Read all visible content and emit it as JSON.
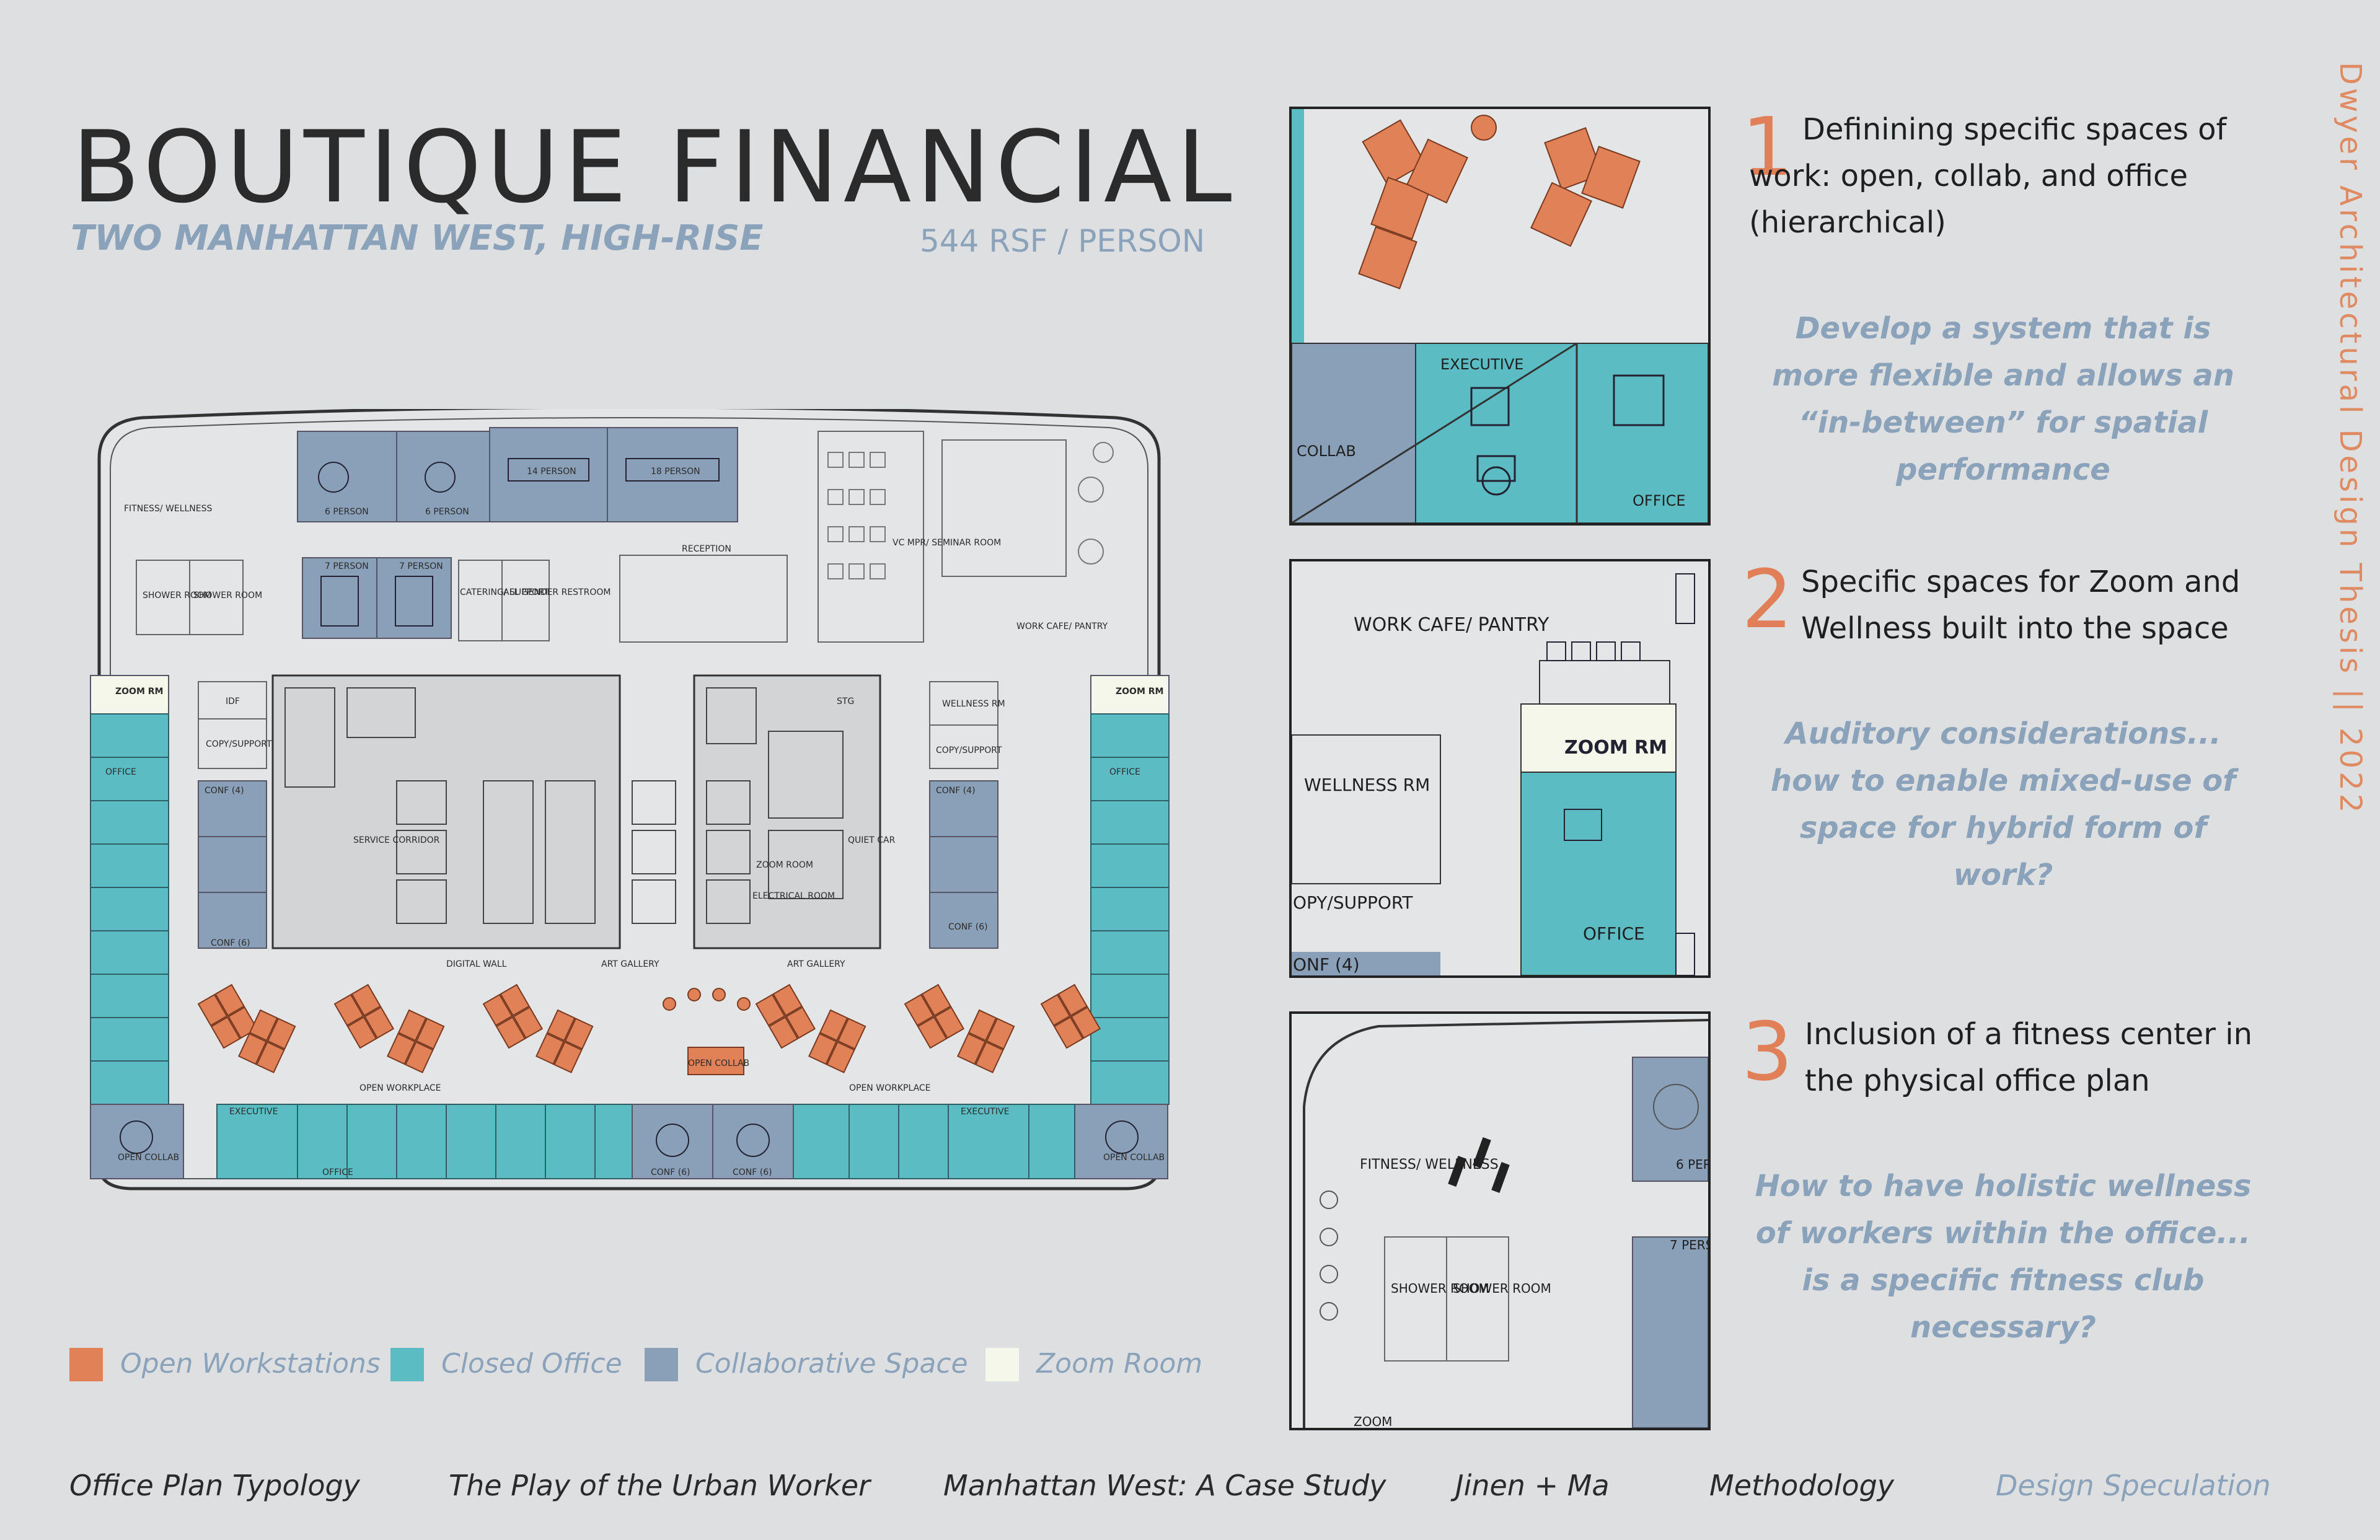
{
  "header": {
    "title": "BOUTIQUE FINANCIAL",
    "subtitle": "TWO MANHATTAN WEST, HIGH-RISE",
    "rsf": "544 RSF / PERSON"
  },
  "colors": {
    "open_workstations": "#e08158",
    "closed_office": "#5cbcc3",
    "collaborative": "#8aa0b8",
    "zoom_room": "#f5f7ea",
    "accent_text": "#8ba2bb"
  },
  "plan_labels": {
    "fitness": "FITNESS/ WELLNESS",
    "shower1": "SHOWER ROOM",
    "shower2": "SHOWER ROOM",
    "p6a": "6 PERSON",
    "p6b": "6 PERSON",
    "p14": "14 PERSON",
    "p18": "18 PERSON",
    "p7a": "7 PERSON",
    "p7b": "7 PERSON",
    "catering": "CATERING/ SUPPORT",
    "restroom": "ALL GENDER RESTROOM",
    "reception": "RECEPTION",
    "seminar": "VC MPR/ SEMINAR ROOM",
    "cafe": "WORK CAFE/ PANTRY",
    "zoom_l": "ZOOM RM",
    "zoom_r": "ZOOM RM",
    "idf": "IDF",
    "copy_l": "COPY/SUPPORT",
    "copy_r": "COPY/SUPPORT",
    "wellness": "WELLNESS RM",
    "service": "SERVICE CORRIDOR",
    "digital": "DIGITAL WALL",
    "art1": "ART GALLERY",
    "art2": "ART GALLERY",
    "open_wp_l": "OPEN WORKPLACE",
    "open_wp_r": "OPEN WORKPLACE",
    "open_collab": "OPEN COLLAB",
    "open_collab_l": "OPEN COLLAB",
    "open_collab_r": "OPEN COLLAB",
    "exec_l": "EXECUTIVE",
    "exec_r": "EXECUTIVE",
    "office": "OFFICE",
    "conf4": "CONF (4)",
    "conf6": "CONF (6)",
    "stg": "STG",
    "electrical": "ELECTRICAL ROOM",
    "zoom_room": "ZOOM ROOM",
    "quiet": "QUIET CAR"
  },
  "legend": [
    {
      "label": "Open Workstations",
      "color": "#e08158"
    },
    {
      "label": "Closed Office",
      "color": "#5cbcc3"
    },
    {
      "label": "Collaborative Space",
      "color": "#8aa0b8"
    },
    {
      "label": "Zoom Room",
      "color": "#f5f7ea"
    }
  ],
  "points": [
    {
      "number": "1",
      "heading": "Definining specific spaces of work: open, collab, and office (hierarchical)",
      "question": "Develop a system that is more flexible and allows an “in-between” for spatial performance",
      "panel_labels": {
        "a": "EXECUTIVE",
        "b": "COLLAB",
        "c": "OFFICE"
      }
    },
    {
      "number": "2",
      "heading": "Specific spaces for Zoom and Wellness built into the space",
      "question": "Auditory considerations... how to enable mixed-use of space for hybrid form of work?",
      "panel_labels": {
        "a": "WORK CAFE/ PANTRY",
        "b": "ZOOM RM",
        "c": "WELLNESS RM",
        "d": "OPY/SUPPORT",
        "e": "OFFICE",
        "f": "ONF (4)"
      }
    },
    {
      "number": "3",
      "heading": "Inclusion of a fitness center in the physical office plan",
      "question": "How to have holistic wellness of workers within the office... is a specific fitness club necessary?",
      "panel_labels": {
        "a": "FITNESS/ WELLNESS",
        "b": "SHOWER ROOM",
        "c": "SHOWER ROOM",
        "d": "6 PER",
        "e": "7 PERS",
        "f": "ZOOM"
      }
    }
  ],
  "credit": "Dwyer Architectural Design Thesis || 2022",
  "nav": [
    "Office Plan Typology",
    "The Play of the Urban Worker",
    "Manhattan West: A Case Study",
    "Jinen + Ma",
    "Methodology",
    "Design Speculation"
  ]
}
